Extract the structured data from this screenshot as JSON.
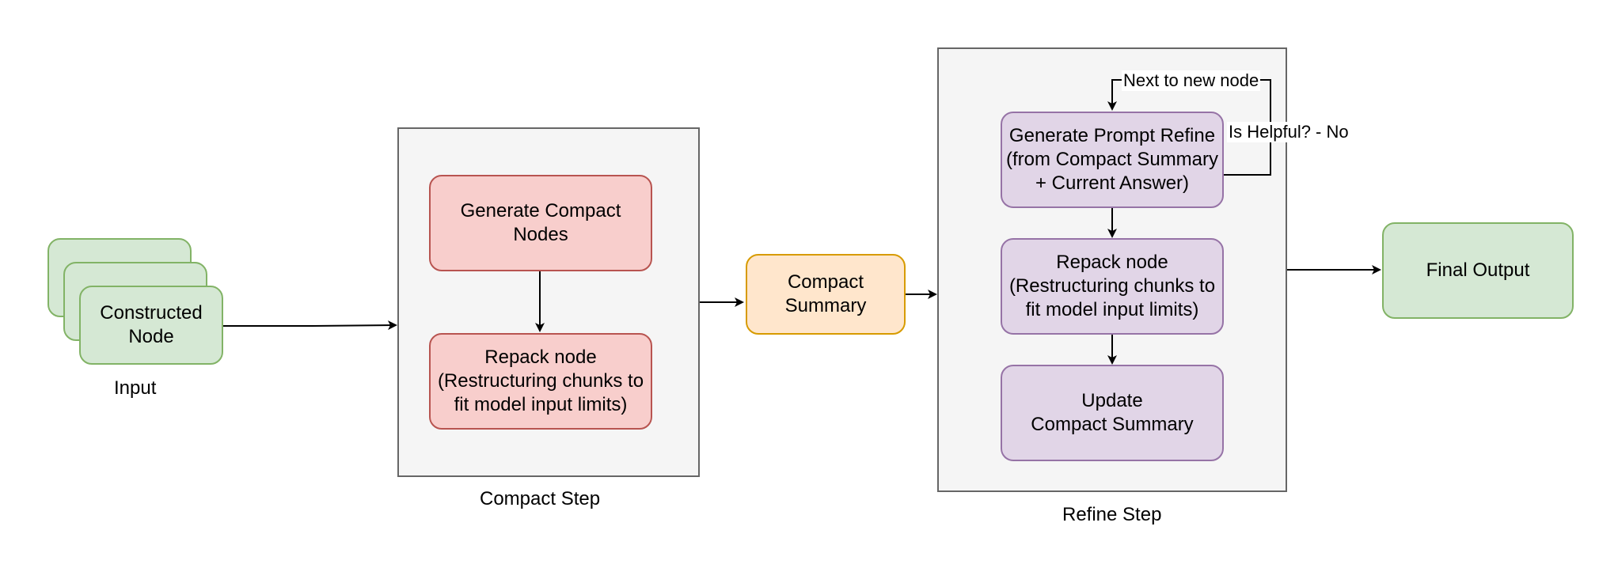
{
  "input": {
    "node_label": "Constructed\nNode",
    "caption": "Input"
  },
  "compact_step": {
    "caption": "Compact Step",
    "generate": "Generate Compact\nNodes",
    "repack": "Repack node\n(Restructuring chunks to\nfit model input limits)"
  },
  "compact_summary": "Compact\nSummary",
  "refine_step": {
    "caption": "Refine Step",
    "generate_prompt": "Generate Prompt Refine\n(from Compact Summary\n+ Current Answer)",
    "repack": "Repack node\n(Restructuring chunks to\nfit model input limits)",
    "update": "Update\nCompact Summary",
    "loop_label_top": "Next to new node",
    "loop_label_side": "Is Helpful? - No"
  },
  "final_output": "Final Output",
  "colors": {
    "green_fill": "#d5e8d4",
    "green_stroke": "#82b366",
    "red_fill": "#f8cecc",
    "red_stroke": "#b85450",
    "orange_fill": "#ffe6cc",
    "orange_stroke": "#d79b00",
    "purple_fill": "#e1d5e7",
    "purple_stroke": "#9673a6",
    "group_fill": "#f5f5f5",
    "group_stroke": "#666666"
  }
}
